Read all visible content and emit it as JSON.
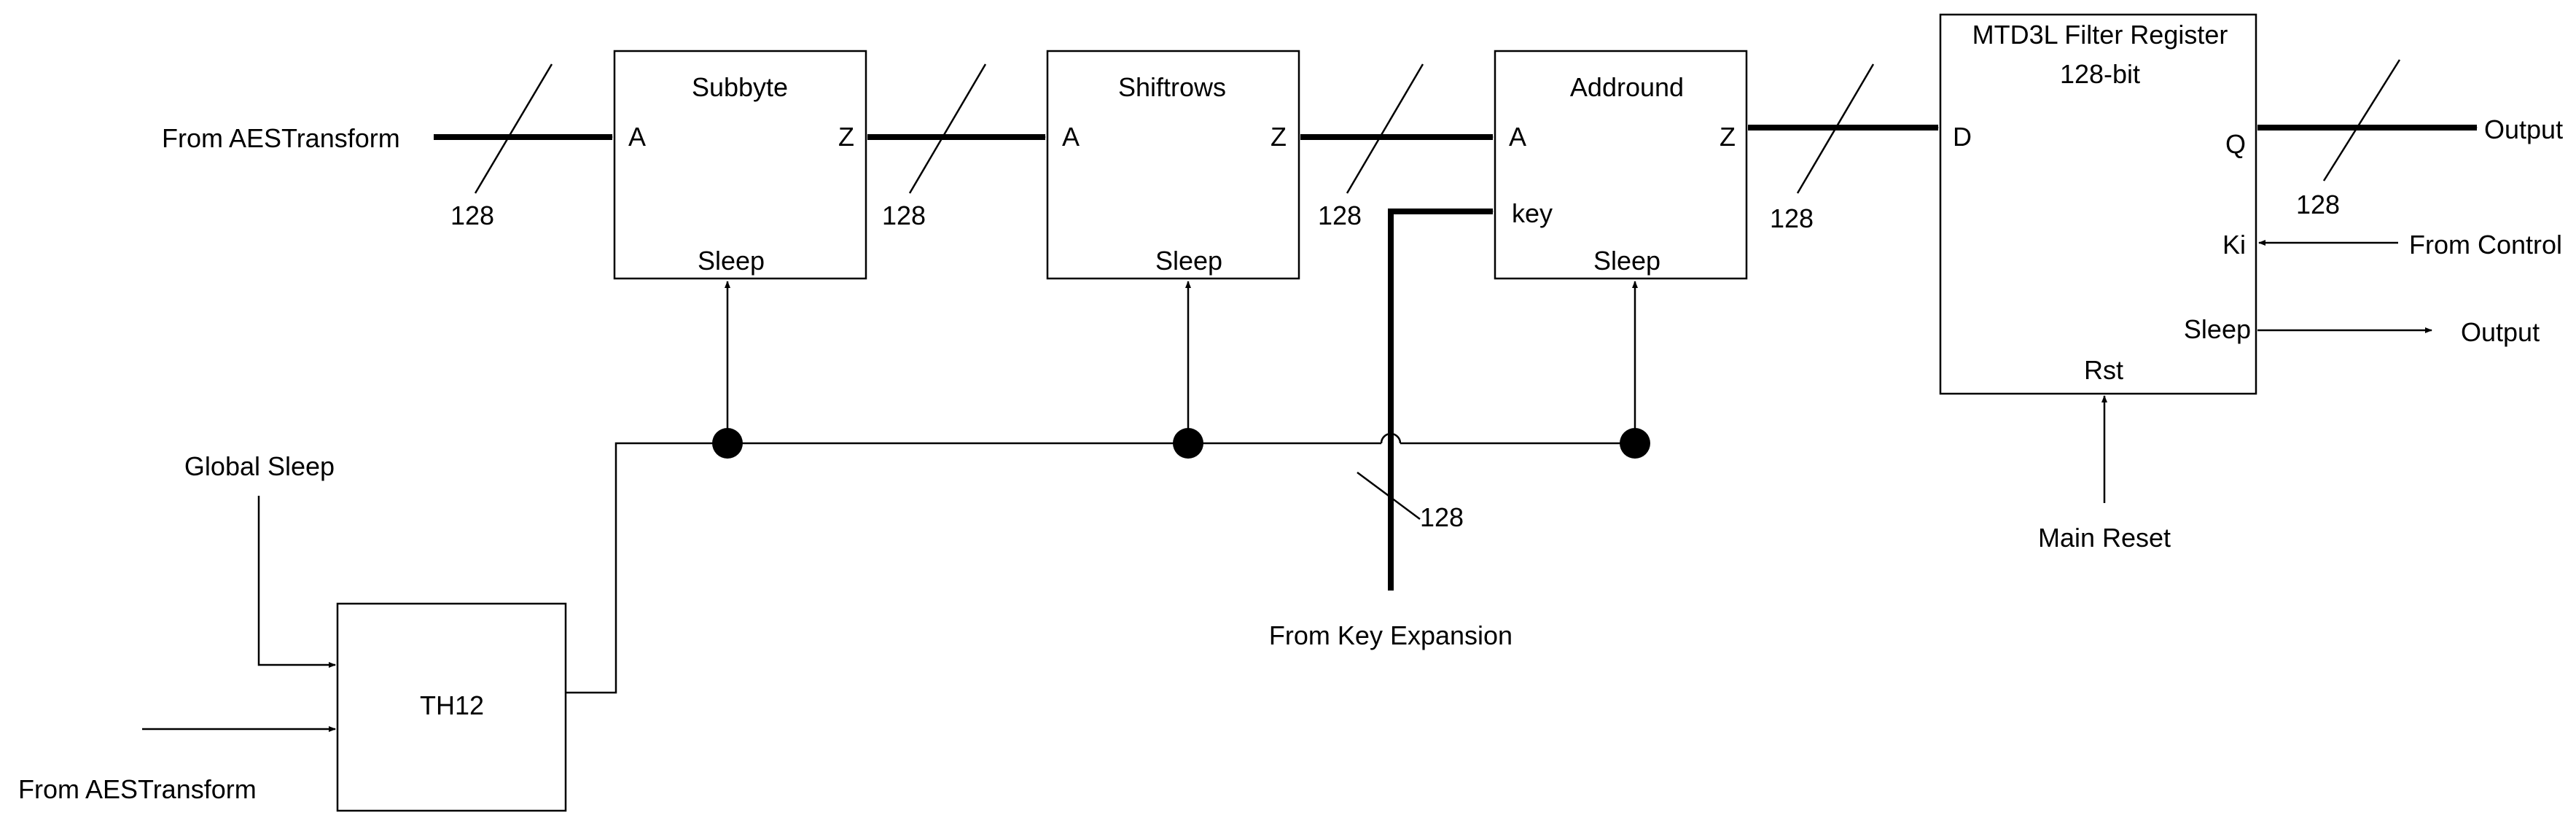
{
  "blocks": {
    "subbyte": {
      "title": "Subbyte",
      "pin_a": "A",
      "pin_z": "Z",
      "pin_sleep": "Sleep"
    },
    "shiftrows": {
      "title": "Shiftrows",
      "pin_a": "A",
      "pin_z": "Z",
      "pin_sleep": "Sleep"
    },
    "addround": {
      "title": "Addround",
      "pin_a": "A",
      "pin_key": "key",
      "pin_z": "Z",
      "pin_sleep": "Sleep"
    },
    "register": {
      "title_line1": "MTD3L Filter Register",
      "title_line2": "128-bit",
      "pin_d": "D",
      "pin_q": "Q",
      "pin_ki": "Ki",
      "pin_sleep": "Sleep",
      "pin_rst": "Rst"
    },
    "th12": {
      "title": "TH12"
    }
  },
  "labels": {
    "from_aestransform_top": "From AESTransform",
    "from_aestransform_bottom": "From AESTransform",
    "global_sleep": "Global Sleep",
    "from_key_expansion": "From Key Expansion",
    "main_reset": "Main Reset",
    "from_control": "From Control",
    "output_q": "Output",
    "output_sleep": "Output"
  },
  "bus_widths": {
    "input": "128",
    "subbyte_shiftrows": "128",
    "shiftrows_addround": "128",
    "addround_register": "128",
    "register_output": "128",
    "key": "128"
  }
}
